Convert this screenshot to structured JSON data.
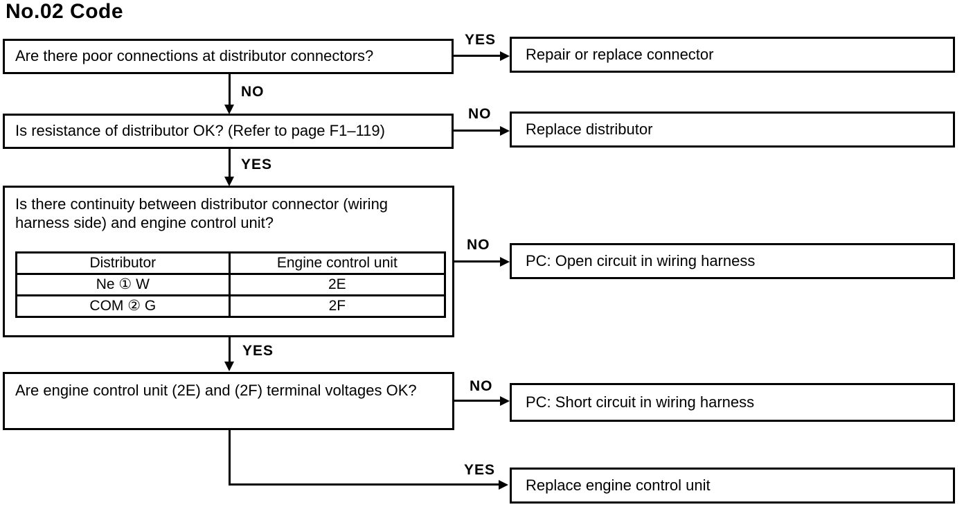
{
  "title": "No.02 Code",
  "questions": {
    "q1": "Are there poor connections at distributor connectors?",
    "q2": "Is resistance of distributor OK? (Refer to page F1–119)",
    "q3": "Is there continuity between distributor connector (wiring harness side) and engine control unit?",
    "q4": "Are engine control unit (2E) and (2F) terminal voltages OK?"
  },
  "results": {
    "repair_connector": "Repair or replace connector",
    "replace_distributor": "Replace distributor",
    "open_circuit": "PC: Open circuit in wiring harness",
    "short_circuit": "PC: Short circuit in wiring harness",
    "replace_ecu": "Replace engine control unit"
  },
  "branch_labels": {
    "step1_side": "YES",
    "step1_down": "NO",
    "step2_side": "NO",
    "step2_down": "YES",
    "step3_side": "NO",
    "step3_down": "YES",
    "step4_side": "NO",
    "step4_down": "YES"
  },
  "continuity_table": {
    "headers": [
      "Distributor",
      "Engine control unit"
    ],
    "rows": [
      [
        "Ne ① W",
        "2E"
      ],
      [
        "COM ② G",
        "2F"
      ]
    ]
  }
}
